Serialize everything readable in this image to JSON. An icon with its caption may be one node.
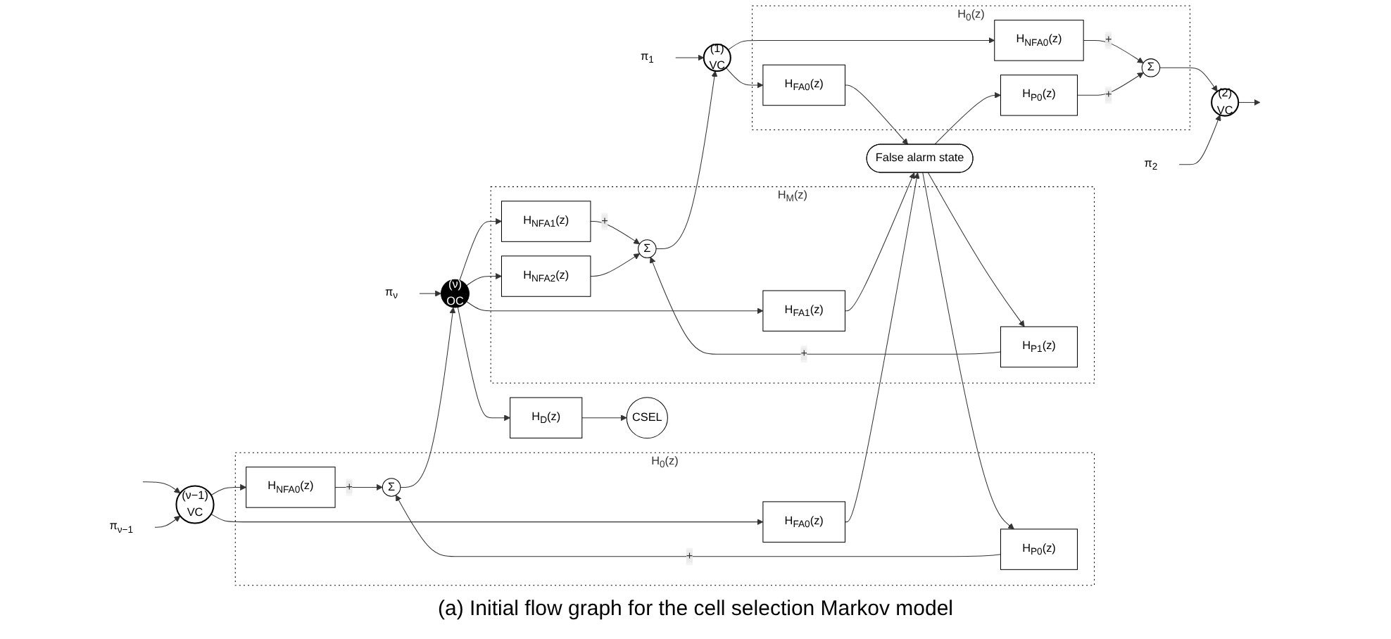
{
  "diagram": {
    "caption": "(a) Initial flow graph for the cell selection Markov model",
    "nodes": [
      {
        "text": [
          "H$_{0}$(z)"
        ]
      },
      {
        "text": [
          "H$_{NFA0}$(z)"
        ],
        "in": 0
      },
      {
        "text": [
          "Σ"
        ],
        "in": 0
      },
      {
        "text": [
          "H$_{FA0}$(z)"
        ],
        "in": 0
      },
      {
        "text": [
          "H$_{P0}$(z)"
        ],
        "in": 0
      },
      {
        "text": [
          "(ν−1)",
          "VC"
        ]
      },
      {
        "text": [
          "π$_{ν−1}$"
        ]
      },
      {
        "text": [
          "(ν)",
          "OC"
        ]
      },
      {
        "text": [
          "π$_{ν}$"
        ]
      },
      {
        "text": [
          "H$_{D}$(z)"
        ]
      },
      {
        "text": [
          "CSEL"
        ]
      },
      {
        "text": [
          "H$_{M}$(z)"
        ]
      },
      {
        "text": [
          "H$_{NFA1}$(z)"
        ],
        "in": 11
      },
      {
        "text": [
          "H$_{NFA2}$(z)"
        ],
        "in": 11
      },
      {
        "text": [
          "Σ"
        ],
        "in": 11
      },
      {
        "text": [
          "H$_{FA1}$(z)"
        ],
        "in": 11
      },
      {
        "text": [
          "H$_{P1}$(z)"
        ],
        "in": 11
      },
      {
        "text": [
          "(1)",
          "VC"
        ]
      },
      {
        "text": [
          "π$_{1}$"
        ]
      },
      {
        "text": [
          "H$_{0}$(z)"
        ]
      },
      {
        "text": [
          "H$_{NFA0}$(z)"
        ],
        "in": 19
      },
      {
        "text": [
          "Σ"
        ],
        "in": 19
      },
      {
        "text": [
          "H$_{FA0}$(z)"
        ],
        "in": 19
      },
      {
        "text": [
          "H$_{P0}$(z)"
        ],
        "in": 19
      },
      {
        "text": [
          "(2)",
          "VC"
        ]
      },
      {
        "text": [
          "π$_{2}$"
        ]
      },
      {
        "text": [
          "False alarm state"
        ]
      }
    ],
    "edges": [
      {
        "from": null,
        "to": 5,
        "arrow": "to"
      },
      {
        "from": 6,
        "to": 5,
        "arrow": "to"
      },
      {
        "from": 5,
        "to": 1,
        "arrow": "to"
      },
      {
        "from": 5,
        "to": 3,
        "arrow": "to"
      },
      {
        "from": 1,
        "to": 2,
        "arrow": "to",
        "label": "+"
      },
      {
        "from": 4,
        "to": 2,
        "arrow": "to",
        "label": "+"
      },
      {
        "from": 3,
        "to": 26,
        "arrow": "to"
      },
      {
        "from": 26,
        "to": 4,
        "arrow": "to"
      },
      {
        "from": 2,
        "to": 7,
        "arrow": "to"
      },
      {
        "from": 8,
        "to": 7,
        "arrow": "to"
      },
      {
        "from": 7,
        "to": 9,
        "arrow": "to"
      },
      {
        "from": 9,
        "to": 10,
        "arrow": "to"
      },
      {
        "from": 7,
        "to": 12,
        "arrow": "to"
      },
      {
        "from": 7,
        "to": 13,
        "arrow": "to"
      },
      {
        "from": 7,
        "to": 15,
        "arrow": "to"
      },
      {
        "from": 12,
        "to": 14,
        "arrow": "to",
        "label": "+"
      },
      {
        "from": 13,
        "to": 14,
        "arrow": "to"
      },
      {
        "from": 16,
        "to": 14,
        "arrow": "to",
        "label": "+"
      },
      {
        "from": 15,
        "to": 26,
        "arrow": "to"
      },
      {
        "from": 26,
        "to": 16,
        "arrow": "to"
      },
      {
        "from": 14,
        "to": 17,
        "arrow": "to"
      },
      {
        "from": 18,
        "to": 17,
        "arrow": "to"
      },
      {
        "from": 17,
        "to": 20,
        "arrow": "to"
      },
      {
        "from": 17,
        "to": 22,
        "arrow": "to"
      },
      {
        "from": 20,
        "to": 21,
        "arrow": "to",
        "label": "+"
      },
      {
        "from": 23,
        "to": 21,
        "arrow": "to",
        "label": "+"
      },
      {
        "from": 22,
        "to": 26,
        "arrow": "to"
      },
      {
        "from": 26,
        "to": 23,
        "arrow": "to"
      },
      {
        "from": 21,
        "to": 24,
        "arrow": "to"
      },
      {
        "from": 25,
        "to": 24,
        "arrow": "to"
      },
      {
        "from": 24,
        "to": null,
        "arrow": "to"
      }
    ]
  }
}
